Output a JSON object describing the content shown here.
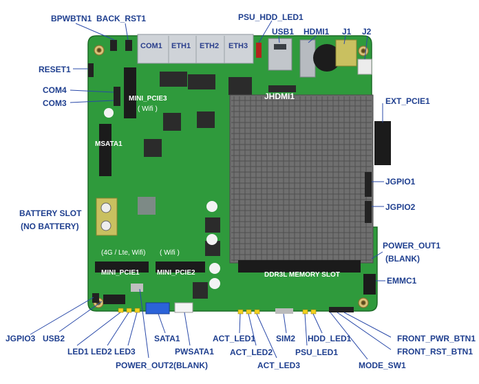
{
  "colors": {
    "pcb": "#2f9a3c",
    "pcb_dark": "#247a2e",
    "heatsink": "#6f6f6f",
    "label": "#1f3f8f",
    "leader": "#2848a8",
    "led": "#f2d21e",
    "sata": "#2b63d9"
  },
  "callouts": {
    "bpwbtn1": "BPWBTN1",
    "back_rst1": "BACK_RST1",
    "psu_hdd_led1": "PSU_HDD_LED1",
    "usb1": "USB1",
    "hdmi1": "HDMI1",
    "j1": "J1",
    "j2": "J2",
    "reset1": "RESET1",
    "com4": "COM4",
    "com3": "COM3",
    "ext_pcie1": "EXT_PCIE1",
    "jgpio1": "JGPIO1",
    "jgpio2": "JGPIO2",
    "battery_slot": "BATTERY SLOT",
    "no_battery": "(NO BATTERY)",
    "power_out1": "POWER_OUT1",
    "power_out1_blank": "(BLANK)",
    "emmc1": "EMMC1",
    "jgpio3": "JGPIO3",
    "usb2": "USB2",
    "led1": "LED1",
    "led2": "LED2",
    "led3": "LED3",
    "sata1": "SATA1",
    "power_out2": "POWER_OUT2(BLANK)",
    "pwsata1": "PWSATA1",
    "act_led1": "ACT_LED1",
    "act_led2": "ACT_LED2",
    "act_led3": "ACT_LED3",
    "sim2": "SIM2",
    "hdd_led1": "HDD_LED1",
    "psu_led1": "PSU_LED1",
    "front_pwr_btn1": "FRONT_PWR_BTN1",
    "front_rst_btn1": "FRONT_RST_BTN1",
    "mode_sw1": "MODE_SW1"
  },
  "board_text": {
    "com1": "COM1",
    "eth1": "ETH1",
    "eth2": "ETH2",
    "eth3": "ETH3",
    "jhdmi1": "JHDMI1",
    "mini_pcie3": "MINI_PCIE3",
    "mini_pcie3_sub": "( Wifi )",
    "msata1": "MSATA1",
    "mini_pcie1_sub": "(4G / Lte, Wifi)",
    "mini_pcie1": "MINI_PCIE1",
    "mini_pcie2_sub": "( Wifi )",
    "mini_pcie2": "MINI_PCIE2",
    "ddr3l_slot": "DDR3L MEMORY SLOT"
  }
}
